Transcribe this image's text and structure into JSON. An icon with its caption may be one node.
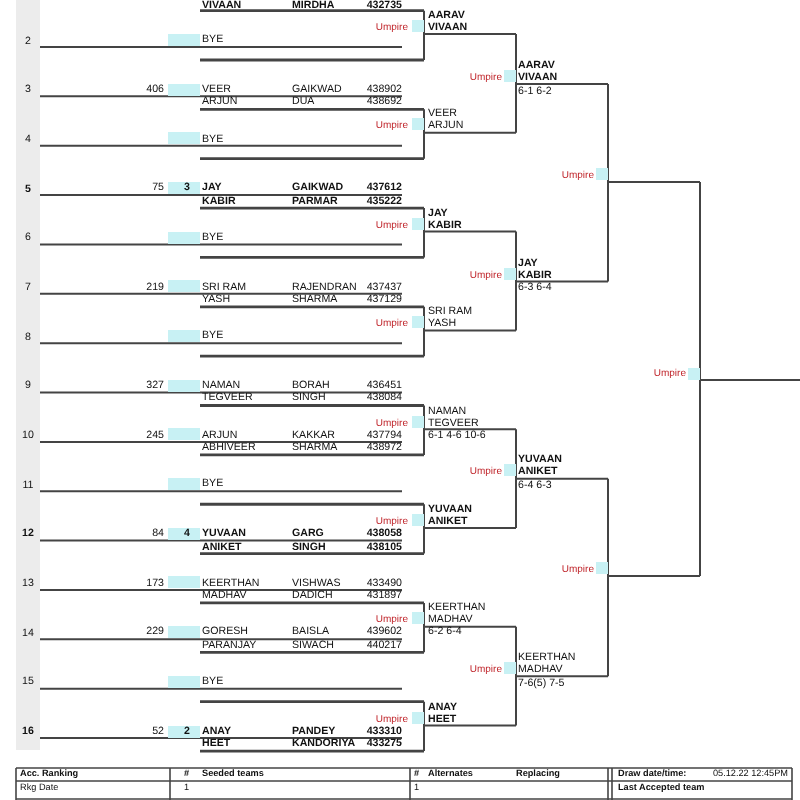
{
  "diagram": {
    "labels": [
      "VIVAAN",
      "MIRDHA",
      "432735",
      "2",
      "BYE",
      "3",
      "406",
      "VEER",
      "GAIKWAD",
      "438902",
      "ARJUN",
      "DUA",
      "438692",
      "4",
      "BYE",
      "5",
      "75",
      "3",
      "JAY",
      "GAIKWAD",
      "437612",
      "KABIR",
      "PARMAR",
      "435222",
      "6",
      "BYE",
      "7",
      "219",
      "SRI RAM",
      "RAJENDRAN",
      "437437",
      "YASH",
      "SHARMA",
      "437129",
      "8",
      "BYE",
      "9",
      "327",
      "NAMAN",
      "BORAH",
      "436451",
      "TEGVEER",
      "SINGH",
      "438084",
      "10",
      "245",
      "ARJUN",
      "KAKKAR",
      "437794",
      "ABHIVEER",
      "SHARMA",
      "438972",
      "11",
      "BYE",
      "12",
      "84",
      "4",
      "YUVAAN",
      "GARG",
      "438058",
      "ANIKET",
      "SINGH",
      "438105",
      "13",
      "173",
      "KEERTHAN",
      "VISHWAS",
      "433490",
      "MADHAV",
      "DADICH",
      "431897",
      "14",
      "229",
      "GORESH",
      "BAISLA",
      "439602",
      "PARANJAY",
      "SIWACH",
      "440217",
      "15",
      "BYE",
      "16",
      "52",
      "2",
      "ANAY",
      "PANDEY",
      "433310",
      "HEET",
      "KANDORIYA",
      "433275",
      "Umpire",
      "AARAV",
      "VIVAAN",
      "Umpire",
      "VEER",
      "ARJUN",
      "Umpire",
      "JAY",
      "KABIR",
      "Umpire",
      "SRI RAM",
      "YASH",
      "Umpire",
      "NAMAN",
      "TEGVEER",
      "6-1 4-6 10-6",
      "Umpire",
      "YUVAAN",
      "ANIKET",
      "Umpire",
      "KEERTHAN",
      "MADHAV",
      "6-2 6-4",
      "Umpire",
      "ANAY",
      "HEET",
      "Umpire",
      "AARAV",
      "VIVAAN",
      "6-1 6-2",
      "Umpire",
      "JAY",
      "KABIR",
      "6-3 6-4",
      "Umpire",
      "YUVAAN",
      "ANIKET",
      "6-4 6-3",
      "Umpire",
      "KEERTHAN",
      "MADHAV",
      "7-6(5) 7-5",
      "Umpire",
      "Umpire",
      "Umpire",
      "Acc. Ranking",
      "#",
      "Seeded teams",
      "#",
      "Alternates",
      "Replacing",
      "Draw date/time:",
      "05.12.22 12:45PM",
      "Rkg Date",
      "1",
      "1",
      "Last Accepted team"
    ]
  }
}
